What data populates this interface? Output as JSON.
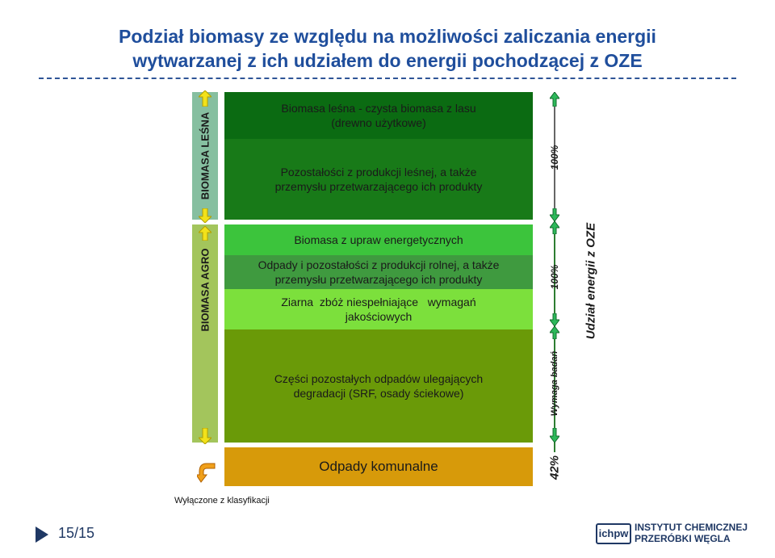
{
  "title_line1": "Podział biomasy ze względu na możliwości zaliczania energii",
  "title_line2": "wytwarzanej z ich udziałem do energii pochodzącej z OZE",
  "side_labels": {
    "lesna": "BIOMASA LEŚNA",
    "agro": "BIOMASA AGRO"
  },
  "blocks": {
    "lesna_1_line1": "Biomasa leśna - czysta biomasa z lasu",
    "lesna_1_line2": "(drewno użytkowe)",
    "lesna_2_line1": "Pozostałości z produkcji leśnej, a także",
    "lesna_2_line2": "przemysłu przetwarzającego ich produkty",
    "agro_1": "Biomasa z upraw energetycznych",
    "agro_2_line1": "Odpady i pozostałości z produkcji rolnej, a także",
    "agro_2_line2": "przemysłu przetwarzającego ich produkty",
    "agro_3_line1": "Ziarna  zbóż niespełniające   wymagań",
    "agro_3_line2": "jakościowych",
    "degr_line1": "Części pozostałych odpadów ulegających",
    "degr_line2": "degradacji (SRF, osady ściekowe)",
    "komunalne": "Odpady komunalne"
  },
  "right_labels": {
    "pct_lesna": "100%",
    "pct_agro": "100%",
    "wymaga": "Wymaga badań",
    "pct_kom": "42%",
    "udzial": "Udział energii z OZE"
  },
  "footer": {
    "excluded": "Wyłączone z klasyfikacji",
    "page": "15/15",
    "logo_mark": "ichpw",
    "logo_line1": "INSTYTUT CHEMICZNEJ",
    "logo_line2": "PRZERÓBKI WĘGLA"
  },
  "colors": {
    "title": "#1f4e9c",
    "lesna_dark": "#0b6b12",
    "lesna_mid": "#187a18",
    "agro_bright": "#3cc43c",
    "agro_mid": "#3f9a3f",
    "agro_light": "#7ce03c",
    "degr": "#6a9a08",
    "komunalne": "#d79a0a",
    "bar_lesna": "#86bfa0",
    "bar_agro": "#a3c55c"
  }
}
